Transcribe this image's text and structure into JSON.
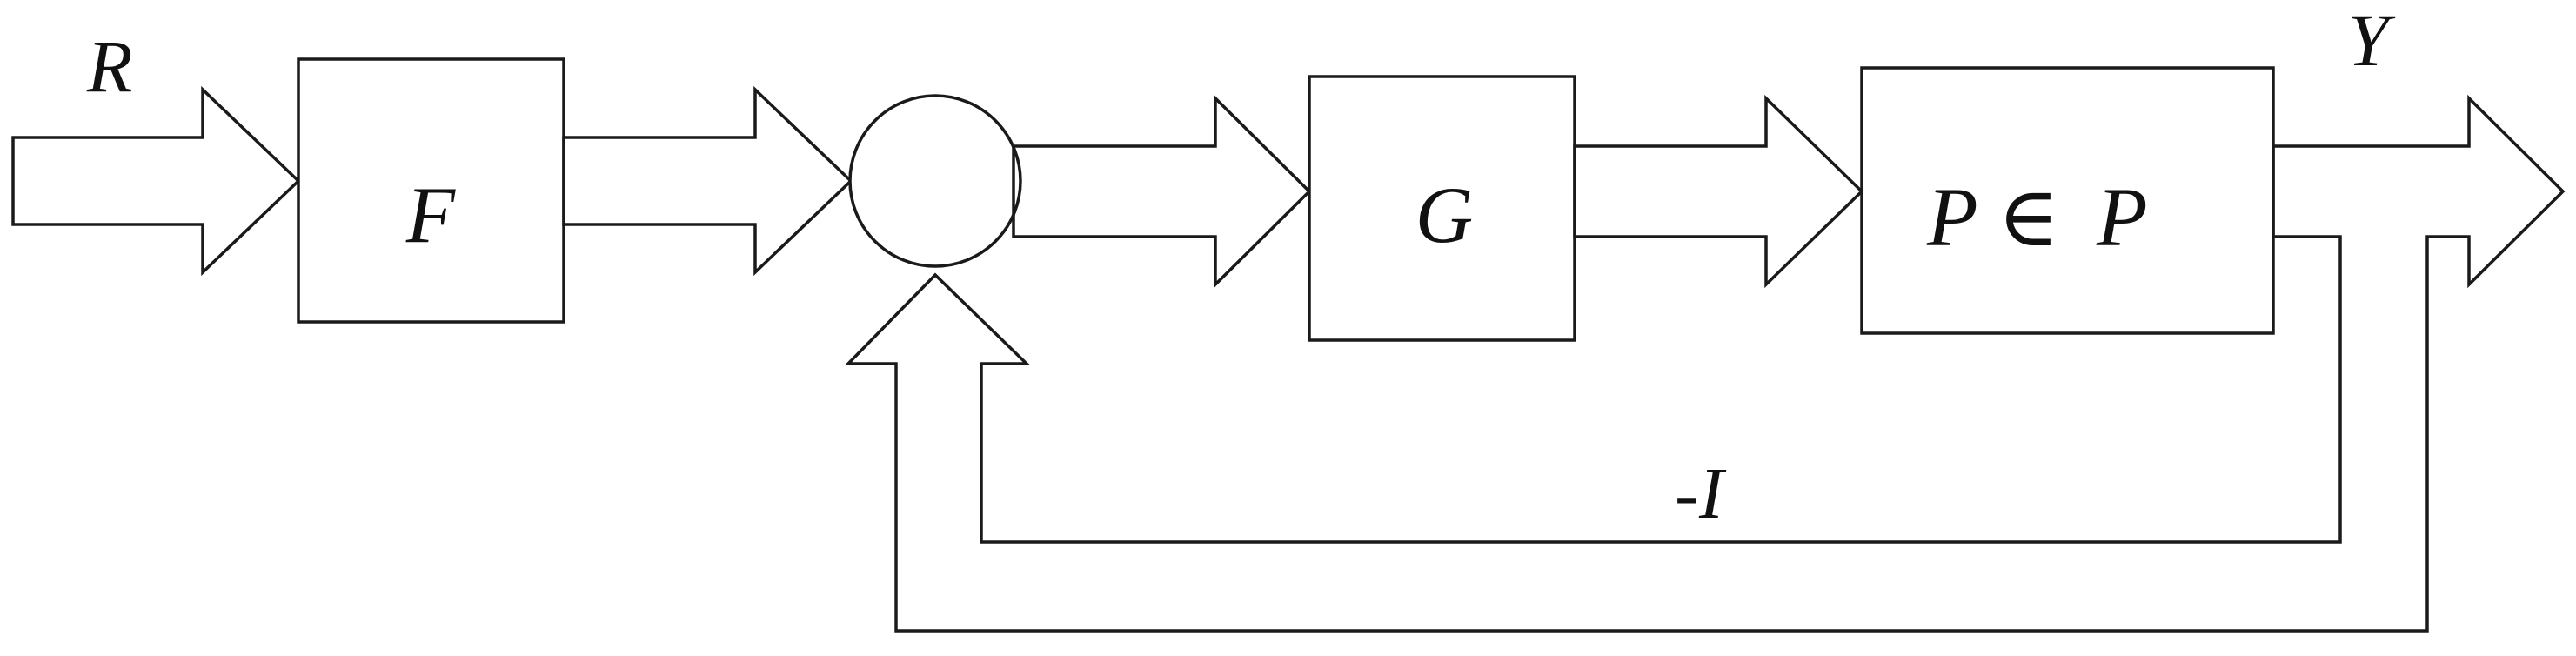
{
  "signals": {
    "input": "R",
    "output": "Y"
  },
  "blocks": {
    "prefilter": "F",
    "controller": "G",
    "plant": "P ∈",
    "plant_set": "P"
  },
  "feedback": {
    "gain": "-I"
  },
  "colors": {
    "stroke": "#1a1a1a",
    "background": "#ffffff"
  }
}
